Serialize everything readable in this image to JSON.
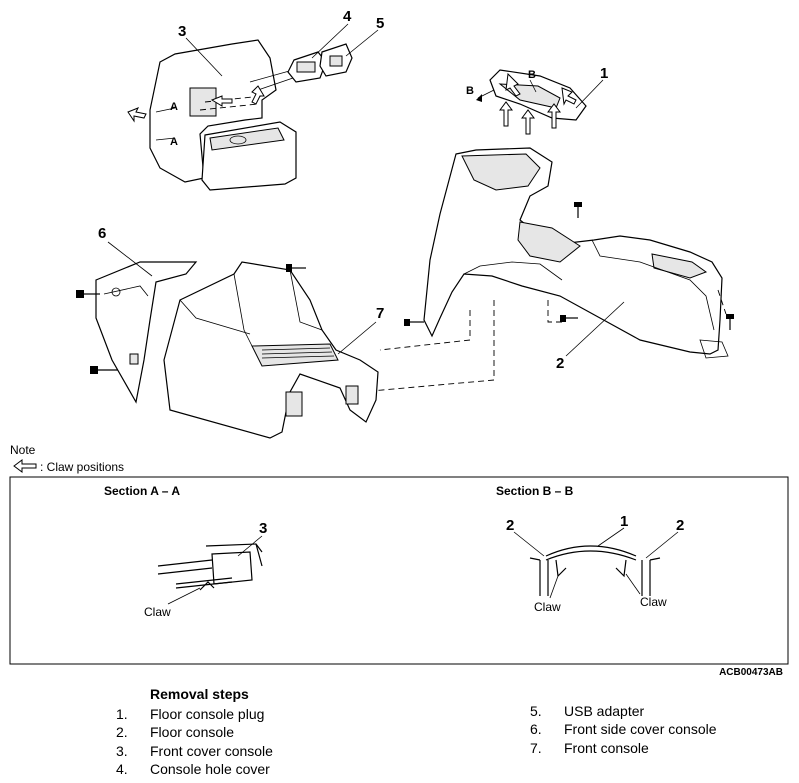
{
  "callouts": [
    "1",
    "2",
    "3",
    "4",
    "5",
    "6",
    "7"
  ],
  "view_letters": {
    "a": "A",
    "b": "B"
  },
  "note": {
    "title": "Note",
    "claw_legend": ": Claw positions"
  },
  "sections": {
    "a": {
      "title": "Section A – A",
      "part": "3",
      "claw": "Claw"
    },
    "b": {
      "title": "Section B – B",
      "part_center": "1",
      "part_left": "2",
      "part_right": "2",
      "claw_left": "Claw",
      "claw_right": "Claw"
    }
  },
  "figure_code": "ACB00473AB",
  "removal": {
    "title": "Removal steps",
    "steps": [
      {
        "num": "1.",
        "label": "Floor console plug"
      },
      {
        "num": "2.",
        "label": "Floor console"
      },
      {
        "num": "3.",
        "label": "Front cover console"
      },
      {
        "num": "4.",
        "label": "Console hole cover"
      },
      {
        "num": "5.",
        "label": "USB adapter"
      },
      {
        "num": "6.",
        "label": "Front side cover console"
      },
      {
        "num": "7.",
        "label": "Front console"
      }
    ]
  }
}
